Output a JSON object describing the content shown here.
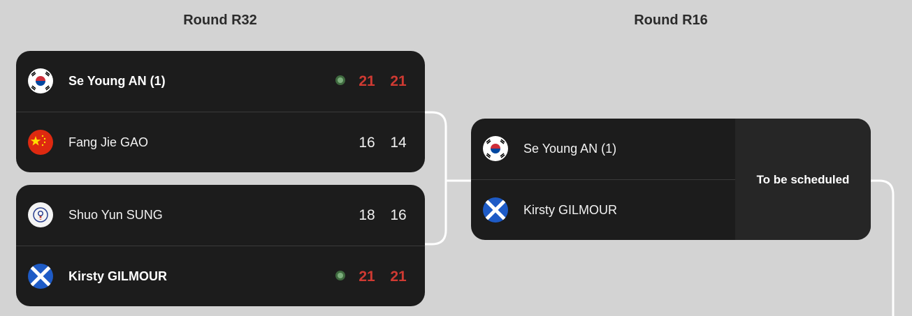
{
  "rounds": [
    {
      "title": "Round R32"
    },
    {
      "title": "Round R16"
    }
  ],
  "matches_r32": [
    {
      "players": [
        {
          "name": "Se Young AN (1)",
          "country_flag": "korea-flag-icon",
          "winner": true,
          "scores": [
            "21",
            "21"
          ]
        },
        {
          "name": "Fang Jie GAO",
          "country_flag": "china-flag-icon",
          "winner": false,
          "scores": [
            "16",
            "14"
          ]
        }
      ]
    },
    {
      "players": [
        {
          "name": "Shuo Yun SUNG",
          "country_flag": "chinese-taipei-flag-icon",
          "winner": false,
          "scores": [
            "18",
            "16"
          ]
        },
        {
          "name": "Kirsty GILMOUR",
          "country_flag": "scotland-flag-icon",
          "winner": true,
          "scores": [
            "21",
            "21"
          ]
        }
      ]
    }
  ],
  "match_r16": {
    "players": [
      {
        "name": "Se Young AN (1)",
        "country_flag": "korea-flag-icon"
      },
      {
        "name": "Kirsty GILMOUR",
        "country_flag": "scotland-flag-icon"
      }
    ],
    "status": "To be scheduled"
  },
  "colors": {
    "background": "#d3d3d3",
    "card": "#1c1c1c",
    "winner_score": "#cf3a32",
    "winner_dot": "#7cae7c",
    "connector": "#ffffff"
  }
}
